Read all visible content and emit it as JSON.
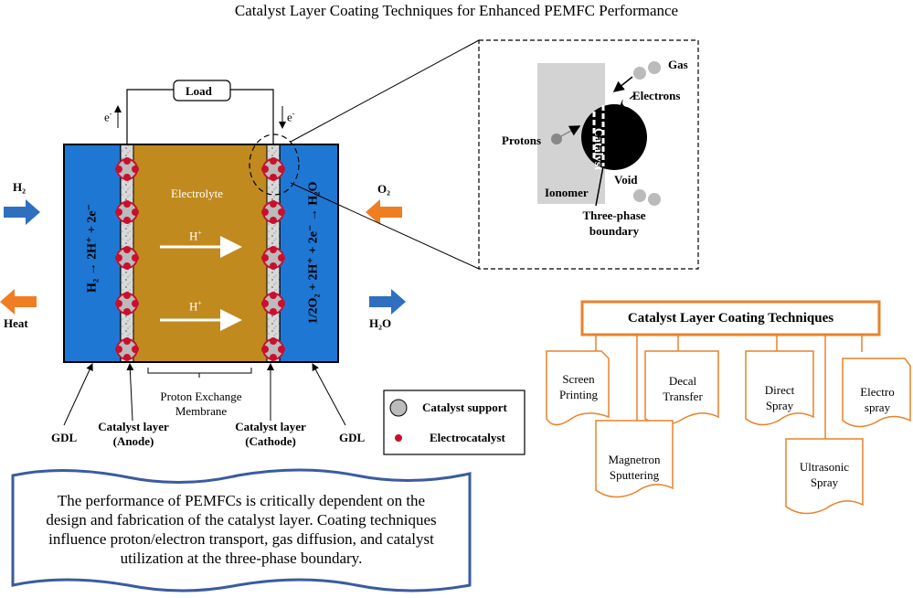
{
  "title": "Catalyst Layer Coating Techniques for Enhanced PEMFC Performance",
  "cell": {
    "load": "Load",
    "electron_left": "e",
    "electron_right": "e",
    "electron_sup": "-",
    "electrolyte": "Electrolyte",
    "proton_1": "H",
    "proton_2": "H",
    "proton_sup": "+",
    "anode_reaction": "H₂ → 2H⁺ + 2e⁻",
    "cathode_reaction": "1/2O₂ + 2H⁺ + 2e⁻ → H₂O",
    "h2_in": "H₂",
    "heat_out": "Heat",
    "o2_in": "O₂",
    "h2o_out": "H₂O",
    "membrane_label_1": "Proton Exchange",
    "membrane_label_2": "Membrane",
    "gdl_left": "GDL",
    "gdl_right": "GDL",
    "anode_cl_1": "Catalyst layer",
    "anode_cl_2": "(Anode)",
    "cathode_cl_1": "Catalyst layer",
    "cathode_cl_2": "(Cathode)"
  },
  "legend": {
    "support": "Catalyst support",
    "electrocatalyst": "Electrocatalyst"
  },
  "inset": {
    "gas": "Gas",
    "electrons": "Electrons",
    "catalyst": "Catalyst",
    "protons": "Protons",
    "ionomer": "Ionomer",
    "void": "Void",
    "tpb_1": "Three-phase",
    "tpb_2": "boundary"
  },
  "techniques": {
    "header": "Catalyst Layer Coating Techniques",
    "items": [
      {
        "line1": "Screen",
        "line2": "Printing"
      },
      {
        "line1": "Decal",
        "line2": "Transfer"
      },
      {
        "line1": "Direct",
        "line2": "Spray"
      },
      {
        "line1": "Electro",
        "line2": "spray"
      },
      {
        "line1": "Magnetron",
        "line2": "Sputtering"
      },
      {
        "line1": "Ultrasonic",
        "line2": "Spray"
      }
    ]
  },
  "summary": {
    "line1": "The performance of PEMFCs is critically dependent on the",
    "line2": "design and fabrication of the catalyst layer. Coating techniques",
    "line3": "influence proton/electron transport, gas diffusion, and catalyst",
    "line4": "utilization at the three-phase boundary."
  },
  "colors": {
    "gdl_blue": "#1f77d4",
    "electrolyte_gold": "#c08a1e",
    "catalyst_red": "#c8102e",
    "arrow_blue": "#2e6fbf",
    "arrow_orange": "#ef7d22",
    "tech_orange": "#e8822a"
  }
}
